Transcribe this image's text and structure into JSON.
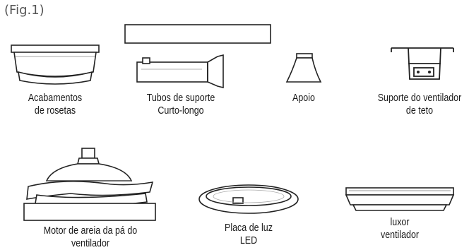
{
  "figure_label": "(Fig.1)",
  "parts": [
    {
      "icon": "canopy-icon",
      "caption": [
        "Acabamentos",
        "de rosetas"
      ]
    },
    {
      "icon": "downrod-icon",
      "caption": [
        "Tubos de suporte",
        "Curto-longo"
      ]
    },
    {
      "icon": "mount-cap-icon",
      "caption": [
        "Apoio"
      ]
    },
    {
      "icon": "ceiling-bracket-icon",
      "caption": [
        "Suporte do ventilador",
        "de teto"
      ]
    },
    {
      "icon": "fan-motor-icon",
      "caption": [
        "Motor de areia da pá do",
        "ventilador"
      ]
    },
    {
      "icon": "led-plate-icon",
      "caption": [
        "Placa de luz",
        "LED"
      ]
    },
    {
      "icon": "fan-lamp-icon",
      "caption": [
        "luxor",
        "ventilador"
      ]
    }
  ]
}
